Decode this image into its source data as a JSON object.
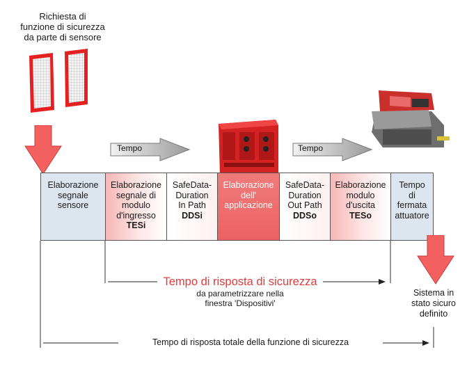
{
  "sensor": {
    "title": [
      "Richiesta di",
      "funzione di sicurezza",
      "da parte di sensore"
    ]
  },
  "tempo_labels": [
    "Tempo",
    "Tempo"
  ],
  "stages": [
    {
      "lines": [
        "Elaborazione",
        "segnale",
        "sensore"
      ],
      "bold": ""
    },
    {
      "lines": [
        "Elaborazione",
        "segnale di",
        "modulo",
        "d'ingresso"
      ],
      "bold": "TESi"
    },
    {
      "lines": [
        "SafeData-",
        "Duration",
        "In Path"
      ],
      "bold": "DDSi"
    },
    {
      "lines": [
        "Elaborazione",
        "dell'",
        "applicazione"
      ],
      "bold": ""
    },
    {
      "lines": [
        "SafeData-",
        "Duration",
        "Out Path"
      ],
      "bold": "DDSo"
    },
    {
      "lines": [
        "Elaborazione",
        "modulo",
        "d'uscita"
      ],
      "bold": "TESo"
    },
    {
      "lines": [
        "Tempo",
        "di",
        "fermata",
        "attuatore"
      ],
      "bold": ""
    }
  ],
  "response": {
    "title": "Tempo di risposta di sicurezza",
    "subtitle": [
      "da parametrizzare nella",
      "finestra 'Dispositivi'"
    ]
  },
  "system_state": [
    "Sistema in",
    "stato sicuro",
    "definito"
  ],
  "total": "Tempo di risposta totale della funzione di sicurezza",
  "colors": {
    "accent_red": "#e23b3b",
    "arrow_red": "#f05a5a",
    "panel_grey": "#dde5ee"
  }
}
